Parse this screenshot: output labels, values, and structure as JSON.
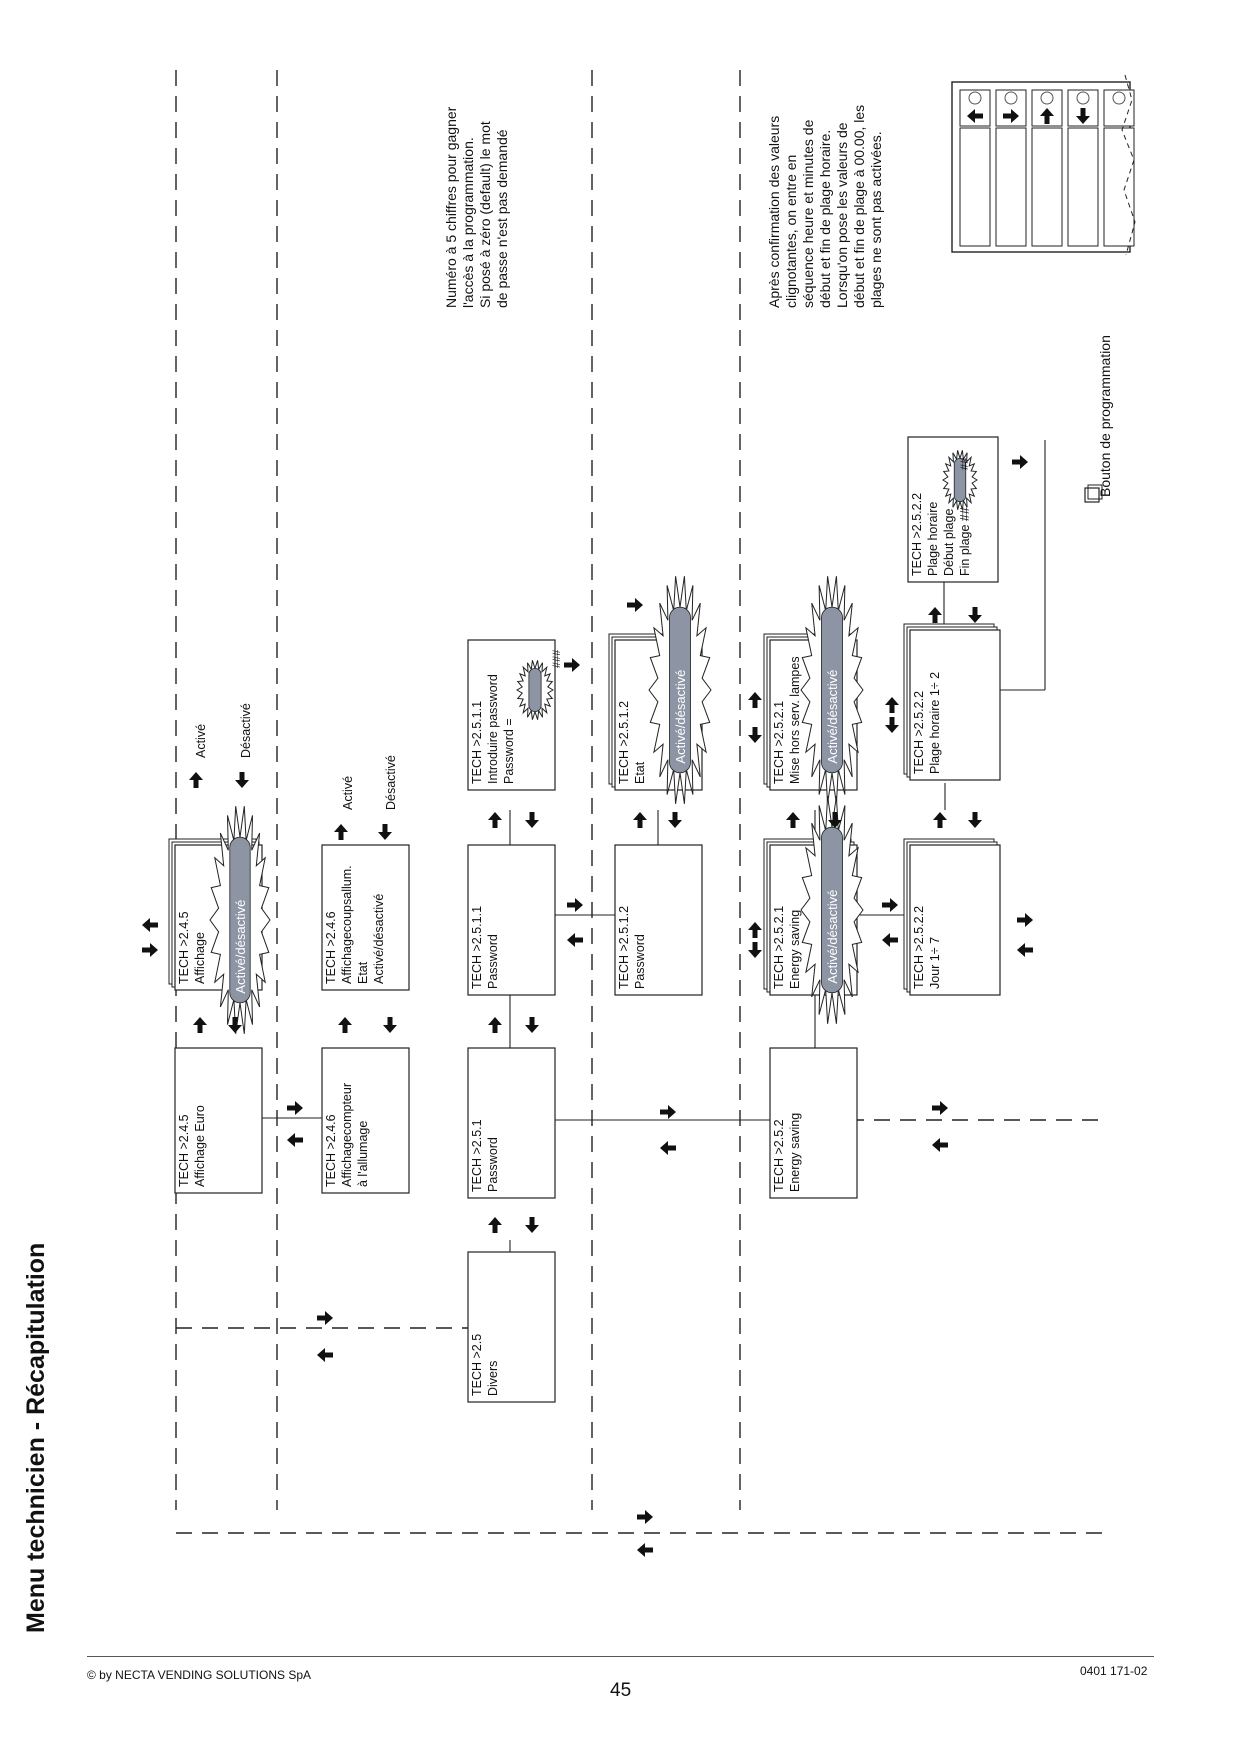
{
  "page": {
    "title": "Menu technicien - Récapitulation",
    "footer_left": "© by NECTA VENDING SOLUTIONS SpA",
    "footer_right": "0401 171-02",
    "page_number": "45"
  },
  "legend_top": {
    "active": "Activé",
    "inactive": "Désactivé"
  },
  "legend_mid": {
    "active": "Activé",
    "inactive": "Désactivé"
  },
  "boxes": {
    "tech_245": [
      "TECH >2.4.5",
      "Affichage Euro"
    ],
    "tech_245b": [
      "TECH >2.4.5",
      "Affichage"
    ],
    "tech_246": [
      "TECH >2.4.6",
      "Affichagecompteur",
      "à l'allumage"
    ],
    "tech_246b": [
      "TECH >2.4.6",
      "Affichagecoupsallum.",
      "Etat",
      "Activé/désactivé"
    ],
    "tech_25": [
      "TECH >2.5",
      "Divers"
    ],
    "tech_251": [
      "TECH >2.5.1",
      "Password"
    ],
    "tech_2511": [
      "TECH >2.5.1.1",
      "Password"
    ],
    "tech_2511b": [
      "TECH >2.5.1.1",
      "Introduire password",
      "Password ="
    ],
    "tech_2512": [
      "TECH >2.5.1.2",
      "Password"
    ],
    "tech_2512b": [
      "TECH >2.5.1.2",
      "Etat"
    ],
    "tech_252": [
      "TECH >2.5.2",
      "Energy saving"
    ],
    "tech_2521": [
      "TECH >2.5.2.1",
      "Energy saving"
    ],
    "tech_2521b": [
      "TECH >2.5.2.1",
      "Mise hors serv. lampes"
    ],
    "tech_2522": [
      "TECH >2.5.2.2",
      "Jour  1÷ 7"
    ],
    "tech_2522b": [
      "TECH >2.5.2.2",
      "Plage horaire  1÷ 2"
    ],
    "tech_2522c": [
      "TECH >2.5.2.2",
      "Plage horaire",
      "Début plage",
      "Fin plage ##"
    ]
  },
  "burst_label": "Activé/désactivé",
  "hash_text": "###",
  "hash_short": "##",
  "notes": {
    "password": "Numéro à 5 chiffres pour gagner\nl'accès à la programmation.\nSi posé à zéro (default) le mot\nde passe n'est pas demandé",
    "energy": "Après confirmation des valeurs\nclignotantes, on entre en\nséquence heure et minutes de\ndébut et fin de plage horaire.\nLorsqu'on pose les valeurs de\ndébut et fin de plage à 00.00, les\nplages ne sont pas activées.",
    "button": "Bouton de programmation"
  },
  "icons": {
    "arrow_up": "arrow-up-icon",
    "arrow_down": "arrow-down-icon",
    "arrow_enter": "enter-icon",
    "burst": "flashing-burst-icon",
    "button": "programming-button-icon"
  }
}
